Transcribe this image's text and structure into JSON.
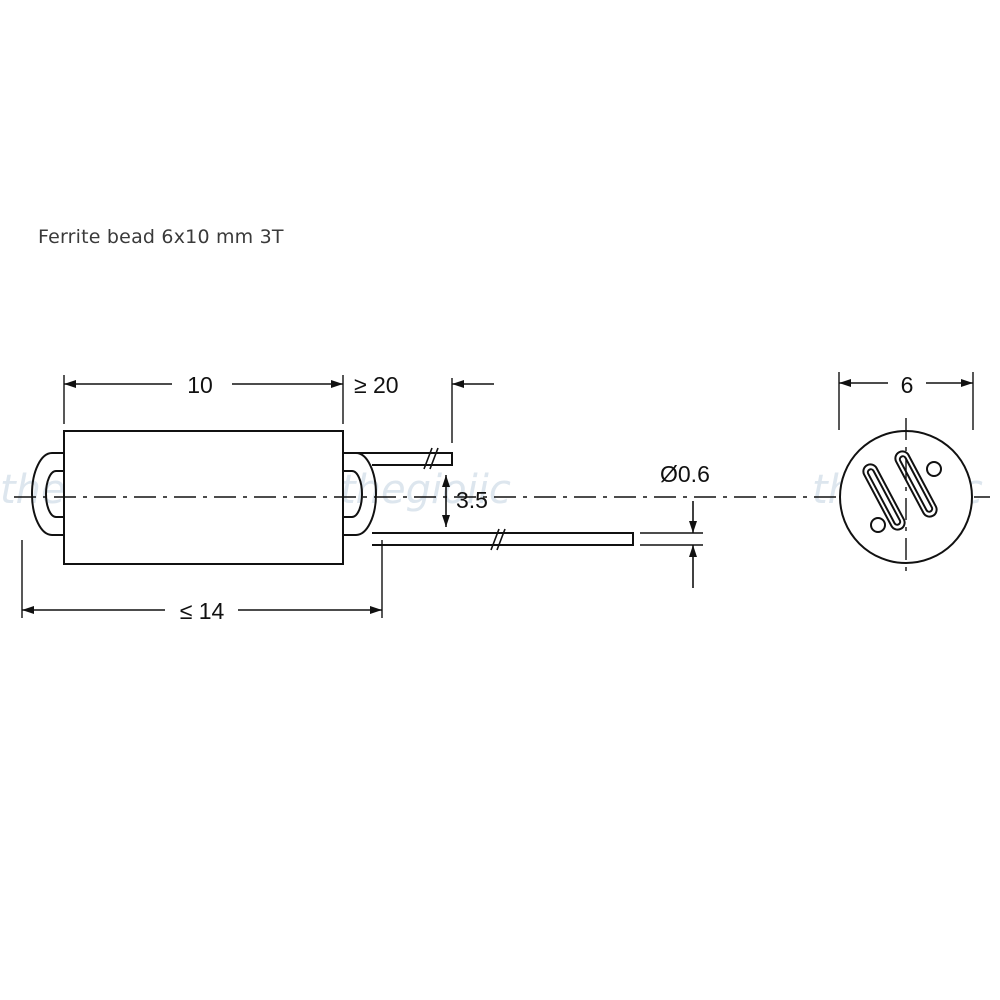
{
  "title": "Ferrite bead 6x10 mm 3T",
  "watermark": "thegioiic",
  "dimensions": {
    "body_length": "10",
    "lead_length": "≥ 20",
    "lead_spacing": "3.5",
    "wire_diameter": "Ø0.6",
    "overall_length": "≤ 14",
    "body_diameter": "6"
  },
  "colors": {
    "line": "#111111",
    "watermark": "#dde6ee"
  }
}
